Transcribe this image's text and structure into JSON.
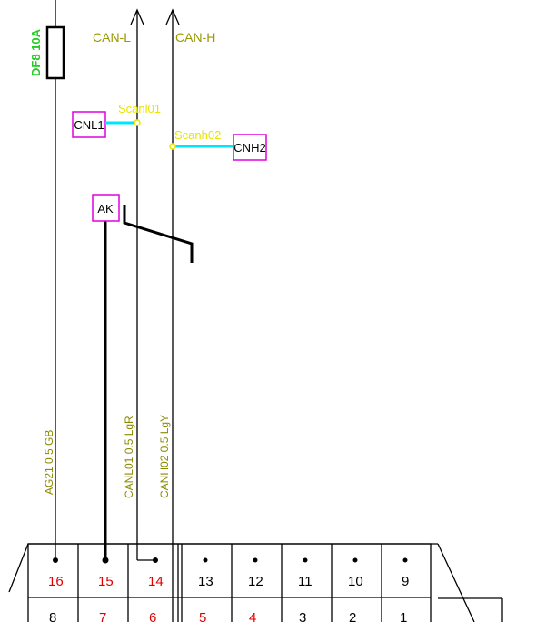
{
  "fuse": {
    "label": "DF8 10A",
    "color": "#22cc22"
  },
  "bus": {
    "can_l": "CAN-L",
    "can_h": "CAN-H",
    "color": "#999900"
  },
  "splices": [
    {
      "box_label": "CNL1",
      "tag": "Scanl01"
    },
    {
      "box_label": "CNH2",
      "tag": "Scanh02"
    }
  ],
  "component": {
    "label": "AK"
  },
  "wires": [
    {
      "label": "AG21 0.5 GB"
    },
    {
      "label": "CANL01 0.5 LgR"
    },
    {
      "label": "CANH02 0.5 LgY"
    }
  ],
  "connector": {
    "top_row": [
      "16",
      "15",
      "14",
      "13",
      "12",
      "11",
      "10",
      "9"
    ],
    "bottom_row": [
      "8",
      "7",
      "6",
      "5",
      "4",
      "3",
      "2",
      "1"
    ],
    "active_pins": [
      "16",
      "15",
      "14",
      "7",
      "6",
      "5",
      "4"
    ]
  },
  "colors": {
    "line": "#000000",
    "tag": "#e6e600",
    "splice_link": "#00e5ff",
    "box_border": "#dd00dd",
    "wire_label": "#8a8a00",
    "pin_active": "#e00000",
    "pin_inactive": "#000000"
  }
}
